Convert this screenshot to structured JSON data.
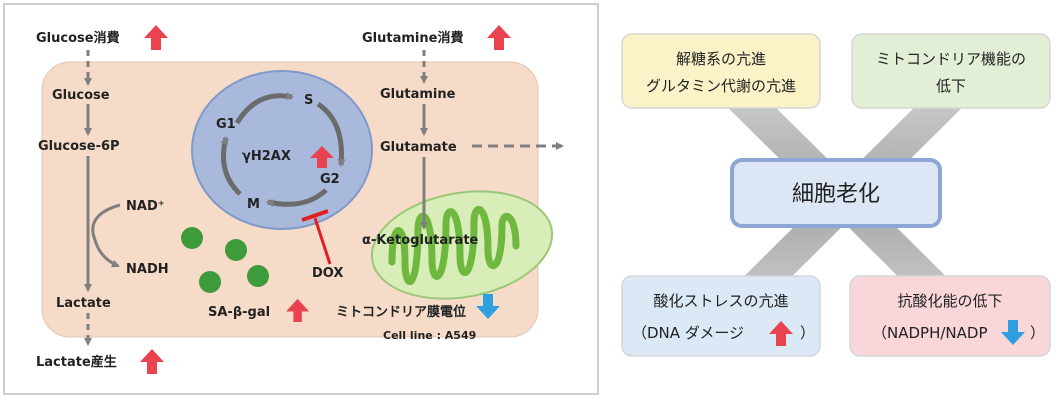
{
  "left_panel": {
    "glucose_consumption": "Glucose消費",
    "glutamine_consumption": "Glutamine消費",
    "glucose": "Glucose",
    "glucose_6p": "Glucose-6P",
    "nad_plus": "NAD⁺",
    "nadh": "NADH",
    "lactate": "Lactate",
    "lactate_production": "Lactate産生",
    "glutamine": "Glutamine",
    "glutamate": "Glutamate",
    "alpha_ketoglutarate": "α-Ketoglutarate",
    "cell_cycle": {
      "s": "S",
      "g1": "G1",
      "g2": "G2",
      "m": "M"
    },
    "gamma_h2ax": "γH2AX",
    "dox": "DOX",
    "sa_beta_gal": "SA-β-gal",
    "mito_potential": "ミトコンドリア膜電位",
    "cell_line": "Cell line : A549"
  },
  "right_panel": {
    "top_left_box": {
      "line1": "解糖系の亢進",
      "line2": "グルタミン代謝の亢進"
    },
    "top_right_box": {
      "line1": "ミトコンドリア機能の",
      "line2": "低下"
    },
    "center_box": "細胞老化",
    "bottom_left_box": {
      "line1": "酸化ストレスの亢進",
      "line2": "（DNA ダメージ",
      "line2_end": "）"
    },
    "bottom_right_box": {
      "line1": "抗酸化能の低下",
      "line2": "（NADPH/NADP",
      "line2_end": "）"
    }
  },
  "colors": {
    "up_arrow": "#e8434f",
    "down_arrow": "#2f9fe0",
    "cell_fill": "#f6dcc8",
    "nucleus_fill": "#a9b9dc",
    "mito_fill": "#d8edb8",
    "mito_inner": "#6fb83f",
    "granule": "#3d9b3b",
    "dox_inhibit": "#e02020",
    "box_yellow": "#fbf2c8",
    "box_green": "#e2efd6",
    "box_blue": "#dbe8f5",
    "box_pink": "#f8d6da",
    "center_box": "#dde6f5"
  }
}
